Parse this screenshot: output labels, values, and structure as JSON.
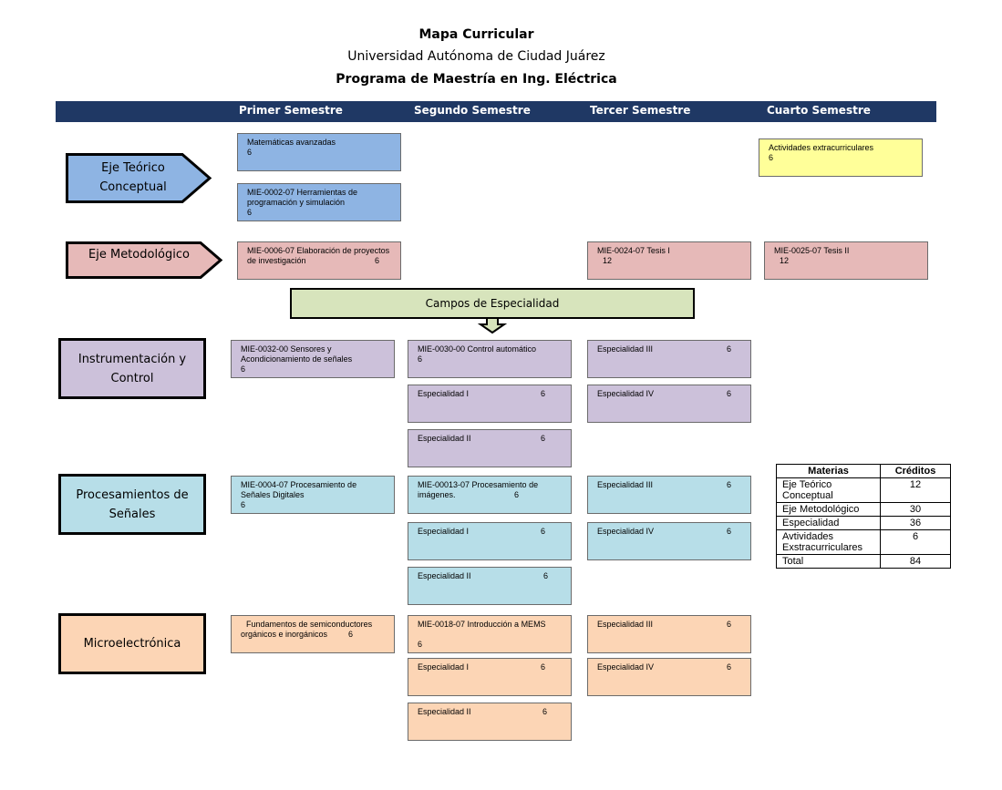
{
  "titles": {
    "title": "Mapa Curricular",
    "university": "Universidad Autónoma de Ciudad Juárez",
    "program": "Programa de Maestría en Ing. Eléctrica"
  },
  "semesters": [
    "Primer Semestre",
    "Segundo Semestre",
    "Tercer Semestre",
    "Cuarto Semestre"
  ],
  "axes": {
    "teorico": [
      "Eje Teórico",
      "Conceptual"
    ],
    "metodologico": "Eje Metodológico",
    "campos": "Campos de Especialidad",
    "instrumentacion": [
      "Instrumentación y",
      "Control"
    ],
    "senales": [
      "Procesamientos de",
      "Señales"
    ],
    "micro": "Microelectrónica"
  },
  "courses": {
    "mate": {
      "name": "Matemáticas avanzadas",
      "credits": "6"
    },
    "herr": {
      "name1": "MIE-0002-07 Herramientas de",
      "name2": "programación y simulación",
      "credits": "6"
    },
    "act": {
      "name": "Actividades extracurriculares",
      "credits": "6"
    },
    "elab": {
      "name1": "MIE-0006-07 Elaboración de proyectos",
      "name2": "de investigación",
      "credits": "6"
    },
    "tesis1": {
      "name": "MIE-0024-07 Tesis I",
      "credits": "12"
    },
    "tesis2": {
      "name": "MIE-0025-07  Tesis II",
      "credits": "12"
    },
    "sens": {
      "name1": "MIE-0032-00 Sensores y",
      "name2": "Acondicionamiento de señales",
      "credits": "6"
    },
    "ctrl": {
      "name": "MIE-0030-00  Control automático",
      "credits": "6"
    },
    "proc": {
      "name1": "MIE-0004-07 Procesamiento de",
      "name2": "Señales Digitales",
      "credits": "6"
    },
    "img": {
      "name1": "MIE-00013-07 Procesamiento de",
      "name2": "imágenes.",
      "credits": "6"
    },
    "semi": {
      "name1": "Fundamentos de semiconductores",
      "name2": "orgánicos e inorgánicos",
      "credits": "6"
    },
    "mems": {
      "name": "MIE-0018-07  Introducción a MEMS",
      "credits": "6"
    },
    "esp1": "Especialidad I",
    "esp2": "Especialidad II",
    "esp3": "Especialidad III",
    "esp4": "Especialidad IV",
    "esp_credits": "6"
  },
  "credits_table": {
    "headers": [
      "Materias",
      "Créditos"
    ],
    "rows": [
      {
        "subject1": "Eje Teórico",
        "subject2": "Conceptual",
        "credits": "12"
      },
      {
        "subject1": "Eje Metodológico",
        "subject2": "",
        "credits": "30"
      },
      {
        "subject1": "Especialidad",
        "subject2": "",
        "credits": "36"
      },
      {
        "subject1": "Avtividades",
        "subject2": "Exstracurriculares",
        "credits": "6"
      },
      {
        "subject1": "Total",
        "subject2": "",
        "credits": "84"
      }
    ]
  },
  "colors": {
    "header": "#1f3864",
    "teorico": "#8eb4e3",
    "extra": "#ffff99",
    "metodologico": "#e6b9b8",
    "instrumentacion": "#ccc1da",
    "senales": "#b7dee8",
    "micro": "#fcd5b5",
    "campos": "#d7e4bc"
  }
}
